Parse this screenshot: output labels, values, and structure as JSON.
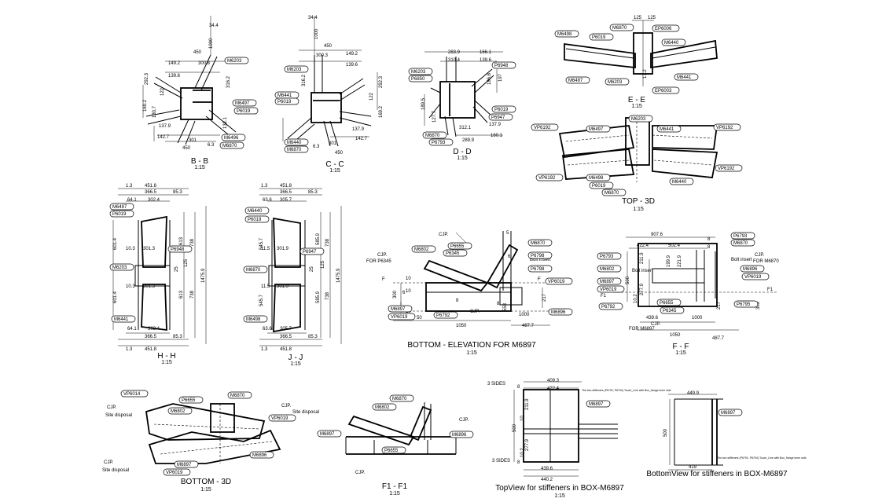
{
  "views": {
    "bb": {
      "title": "B - B",
      "scale": "1:15"
    },
    "cc": {
      "title": "C - C",
      "scale": "1:15"
    },
    "dd": {
      "title": "D - D",
      "scale": "1:15"
    },
    "ee": {
      "title": "E - E",
      "scale": "1:15"
    },
    "top3d": {
      "title": "TOP - 3D",
      "scale": "1:15"
    },
    "hh": {
      "title": "H - H",
      "scale": "1:15"
    },
    "jj": {
      "title": "J - J",
      "scale": "1:15"
    },
    "bottom_elev": {
      "title": "BOTTOM - ELEVATION FOR M6897",
      "scale": "1:15"
    },
    "ff": {
      "title": "F - F",
      "scale": "1:15"
    },
    "bottom3d": {
      "title": "BOTTOM - 3D",
      "scale": "1:15"
    },
    "f1f1": {
      "title": "F1 - F1",
      "scale": "1:15"
    },
    "topview": {
      "title": "TopView for stiffeners in BOX-M6897",
      "scale": "1:15"
    },
    "bottomview": {
      "title": "BottomView for stiffeners in BOX-M6897"
    }
  },
  "dims": {
    "bb": [
      "34.4",
      "1000",
      "450",
      "149.2",
      "300.8",
      "139.6",
      "292.3",
      "316.2",
      "122",
      "169.2",
      "130.7",
      "137.9",
      "142.7",
      "132.1",
      "301",
      "450",
      "6.3"
    ],
    "cc": [
      "34.4",
      "1000",
      "450",
      "300.3",
      "149.2",
      "139.6",
      "292.3",
      "316.2",
      "122",
      "169.2",
      "137.9",
      "301",
      "450",
      "6.3",
      "142.7"
    ],
    "dd": [
      "283.9",
      "166.1",
      "310.4",
      "139.6",
      "186.6",
      "197",
      "189.5",
      "127.7",
      "137.9",
      "312.1",
      "289.9",
      "160.1"
    ],
    "ee": [
      "125",
      "125",
      "17.2"
    ],
    "hh": [
      "1.3",
      "451.8",
      "366.5",
      "85.3",
      "64.1",
      "302.4",
      "601.4",
      "10.3",
      "301.3",
      "613",
      "25",
      "125",
      "738",
      "1475.9",
      "10.3",
      "301.3",
      "601.4",
      "613",
      "738",
      "64.1",
      "302.4",
      "366.5",
      "85.3",
      "1.3",
      "451.8"
    ],
    "jj": [
      "1.3",
      "451.8",
      "366.5",
      "85.3",
      "63.6",
      "305.7",
      "545.7",
      "11.5",
      "301.9",
      "585.9",
      "738",
      "1475.9",
      "25",
      "125",
      "11.5",
      "301.9",
      "545.7",
      "585.9",
      "738",
      "63.6",
      "305.7",
      "366.5",
      "85.3",
      "1.3",
      "451.8"
    ],
    "bottom_elev": [
      "300",
      "10",
      "10",
      "10",
      "50",
      "6",
      "5",
      "6",
      "553",
      "217",
      "1000",
      "1050",
      "487.7",
      "8",
      "8"
    ],
    "ff": [
      "907.6",
      "422.4",
      "502.4",
      "211.9",
      "500",
      "277.9",
      "10.2",
      "199.9",
      "221.9",
      "439.6",
      "1000",
      "1050",
      "487.7",
      "217",
      "300",
      "8",
      "8"
    ],
    "topview": [
      "409.3",
      "422.4",
      "211.9",
      "500",
      "10",
      "277.9",
      "10.2",
      "439.6",
      "440.2",
      "8",
      "8"
    ],
    "bottomview": [
      "449.9",
      "500",
      "419"
    ]
  },
  "tags": {
    "bb": [
      "M6203",
      "M6497",
      "P6019",
      "M6496",
      "M6870"
    ],
    "cc": [
      "M6203",
      "M6441",
      "P6019",
      "M6440",
      "M6870"
    ],
    "dd": [
      "M6203",
      "P6850",
      "P6948",
      "P6019",
      "P6947",
      "M6870",
      "P6793"
    ],
    "ee": [
      "M6498",
      "P6019",
      "M6870",
      "EP6006",
      "M6440",
      "M6497",
      "M6203",
      "M6441",
      "EP6003"
    ],
    "top3d": [
      "M6203",
      "VP6192",
      "M6497",
      "M6441",
      "VP6192",
      "VP6192",
      "VP6192",
      "M6498",
      "P6019",
      "M6870",
      "M6440"
    ],
    "hh": [
      "M6497",
      "P6019",
      "P6948",
      "M6203",
      "M6441"
    ],
    "jj": [
      "M6440",
      "P6019",
      "P6947",
      "M6870",
      "M6498"
    ],
    "bottom_elev": [
      "M6802",
      "P6655",
      "P6345",
      "M6870",
      "P6798",
      "P6798",
      "VP6019",
      "M6897",
      "VP6019",
      "P6792",
      "M6896"
    ],
    "ff": [
      "P6793",
      "P6793",
      "M6870",
      "M6802",
      "M6897",
      "VP6019",
      "M6896",
      "VP6019",
      "P6792",
      "P6655",
      "P6345",
      "P6795"
    ],
    "bottom3d": [
      "VP6014",
      "P6655",
      "M6870",
      "M6802",
      "VP6019",
      "M6897",
      "M6896",
      "VP6019"
    ],
    "f1f1": [
      "M6870",
      "M6802",
      "M6897",
      "M6896",
      "P6655"
    ],
    "topview": [
      "M6897"
    ],
    "bottomview": [
      "M6897"
    ]
  },
  "notes": {
    "cjp": "CJP.",
    "cjp_for_p6345": "FOR P6345",
    "cjp_for_m6870": "FOR M6870",
    "cjp_for_m6897": "FOR M6897",
    "site_disposal": "Site disposal",
    "bolt_insert": "Bolt insert",
    "three_sides": "3 SIDES",
    "stiffener_note": "The two stiffeners (P6792, P6794) Touch_Line with Box_flange inner side",
    "f": "F",
    "f1": "F1"
  }
}
